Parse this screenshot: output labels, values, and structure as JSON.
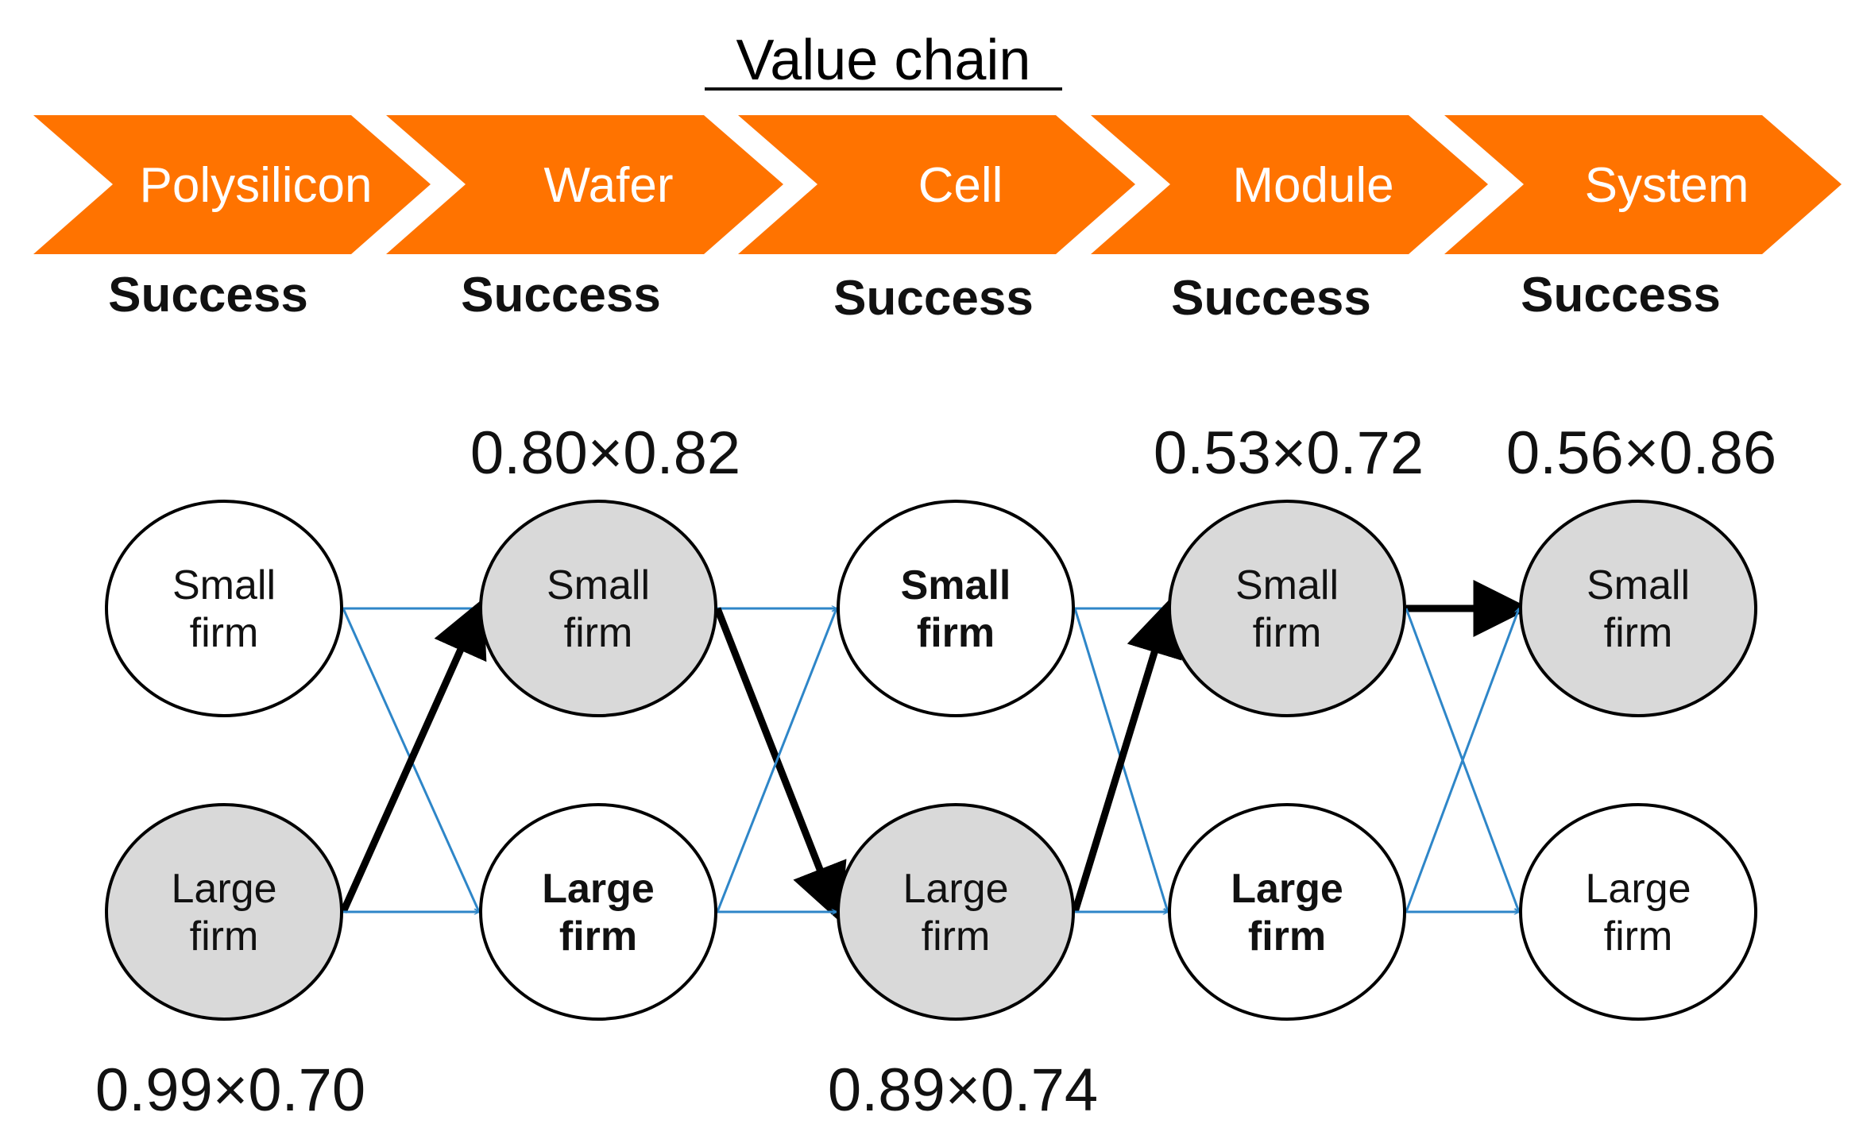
{
  "title": "Value chain",
  "colors": {
    "chevron": "#ff7300",
    "node_shaded": "#d9d9d9",
    "node_plain": "#ffffff",
    "arrow_blue": "#2e86c8",
    "arrow_black": "#000000"
  },
  "stages": [
    {
      "label": "Polysilicon",
      "status": "Success"
    },
    {
      "label": "Wafer",
      "status": "Success"
    },
    {
      "label": "Cell",
      "status": "Success"
    },
    {
      "label": "Module",
      "status": "Success"
    },
    {
      "label": "System",
      "status": "Success"
    }
  ],
  "node_labels": {
    "small": [
      "Small",
      "firm"
    ],
    "large": [
      "Large",
      "firm"
    ]
  },
  "columns": [
    {
      "small": {
        "shaded": false,
        "bold": false
      },
      "large": {
        "shaded": true,
        "bold": false
      }
    },
    {
      "small": {
        "shaded": true,
        "bold": false
      },
      "large": {
        "shaded": false,
        "bold": true
      }
    },
    {
      "small": {
        "shaded": false,
        "bold": true
      },
      "large": {
        "shaded": true,
        "bold": false
      }
    },
    {
      "small": {
        "shaded": true,
        "bold": false
      },
      "large": {
        "shaded": false,
        "bold": true
      }
    },
    {
      "small": {
        "shaded": true,
        "bold": false
      },
      "large": {
        "shaded": false,
        "bold": false
      }
    }
  ],
  "highlighted_path": [
    "large",
    "small",
    "large",
    "small",
    "small"
  ],
  "probabilities": [
    {
      "text": "0.99×0.70",
      "column": 0,
      "row": "large"
    },
    {
      "text": "0.80×0.82",
      "column": 1,
      "row": "small"
    },
    {
      "text": "0.89×0.74",
      "column": 2,
      "row": "large"
    },
    {
      "text": "0.53×0.72",
      "column": 3,
      "row": "small"
    },
    {
      "text": "0.56×0.86",
      "column": 4,
      "row": "small"
    }
  ]
}
